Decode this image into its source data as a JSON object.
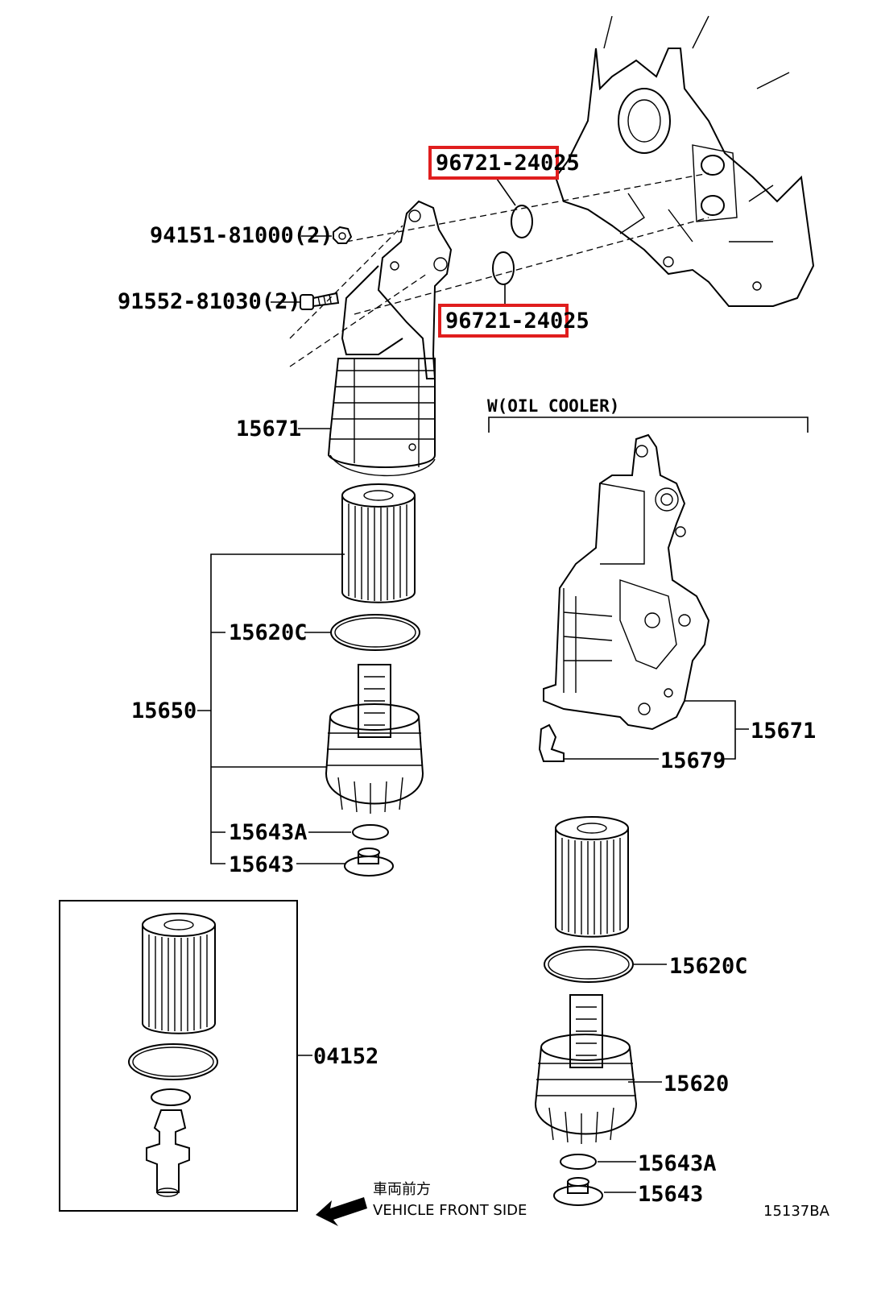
{
  "parts": {
    "oring_upper": "96721-24025",
    "oring_lower": "96721-24025",
    "nut": "94151-81000(2)",
    "bolt": "91552-81030(2)",
    "housing_left": "15671",
    "element_gasket_left": "15620C",
    "kit_left": "15650",
    "drain_gasket_left": "15643A",
    "drain_plug_left": "15643",
    "housing_right": "15671",
    "bracket_right": "15679",
    "element_gasket_right": "15620C",
    "cap_right": "15620",
    "drain_gasket_right": "15643A",
    "drain_plug_right": "15643",
    "kit_box": "04152"
  },
  "variant_label": "W(OIL COOLER)",
  "front_note_jp": "車両前方",
  "front_note_en": "VEHICLE FRONT SIDE",
  "diagram_ref": "15137BA",
  "colors": {
    "highlight": "#e01e1e",
    "line": "#000000"
  }
}
